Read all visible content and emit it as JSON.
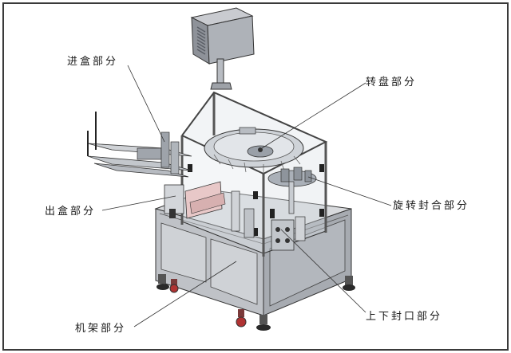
{
  "labels": {
    "infeed": "进盒部分",
    "turntable": "转盘部分",
    "outfeed": "出盒部分",
    "rotary_seal": "旋转封合部分",
    "frame": "机架部分",
    "updown_seal": "上下封口部分"
  }
}
